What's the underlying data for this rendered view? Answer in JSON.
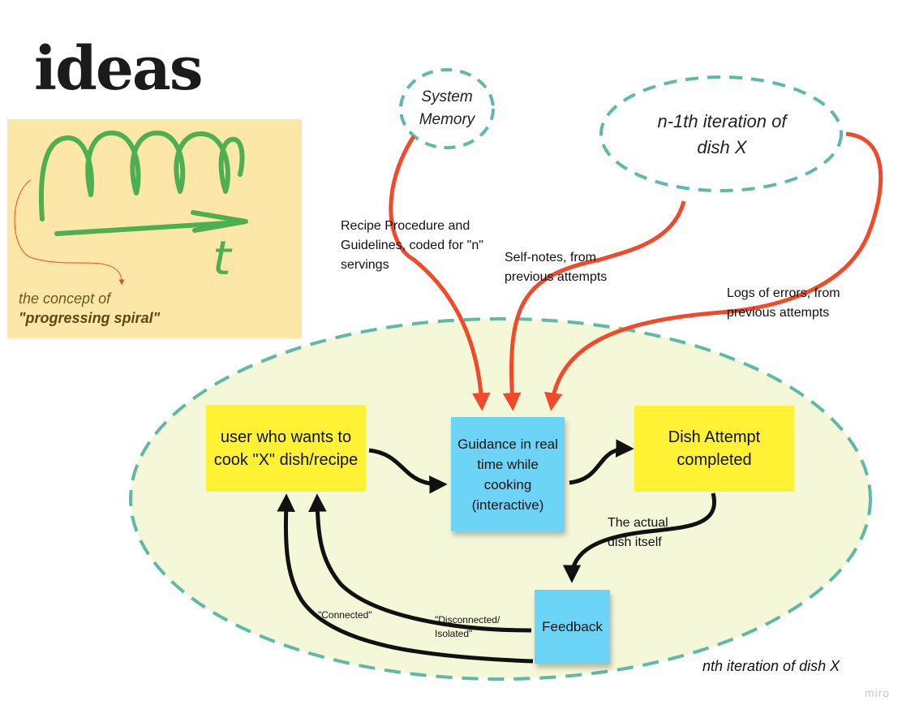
{
  "page": {
    "title": "ideas",
    "watermark": "miro"
  },
  "spiral_card": {
    "caption_line1": "the concept of",
    "caption_line2": "\"progressing spiral\"",
    "axis_letter": "t"
  },
  "clouds": {
    "system_memory_line1": "System",
    "system_memory_line2": "Memory",
    "previous_iteration_line1": "n-1th iteration of",
    "previous_iteration_line2": "dish X"
  },
  "iteration_ellipse": {
    "label": "nth iteration of dish X"
  },
  "notes": {
    "user": "user who wants to cook \"X\" dish/recipe",
    "guidance": "Guidance in real time while cooking (interactive)",
    "dish_attempt": "Dish Attempt completed",
    "feedback": "Feedback"
  },
  "edge_labels": {
    "recipe": "Recipe Procedure and Guidelines, coded for \"n\" servings",
    "self_notes": "Self-notes, from previous attempts",
    "logs": "Logs of errors, from previous attempts",
    "actual_dish": "The actual dish itself",
    "connected": "\"Connected\"",
    "disconnected": "\"Disconnected/ Isolated\""
  },
  "colors": {
    "spiral_card": "#fce6a8",
    "spiral_stroke": "#4caf50",
    "dashed_teal": "#5fb8a8",
    "ellipse_fill": "#f5f7d9",
    "red_arrow": "#f04a2a",
    "yellow_note": "#fff134",
    "blue_note": "#6cd5f7"
  }
}
